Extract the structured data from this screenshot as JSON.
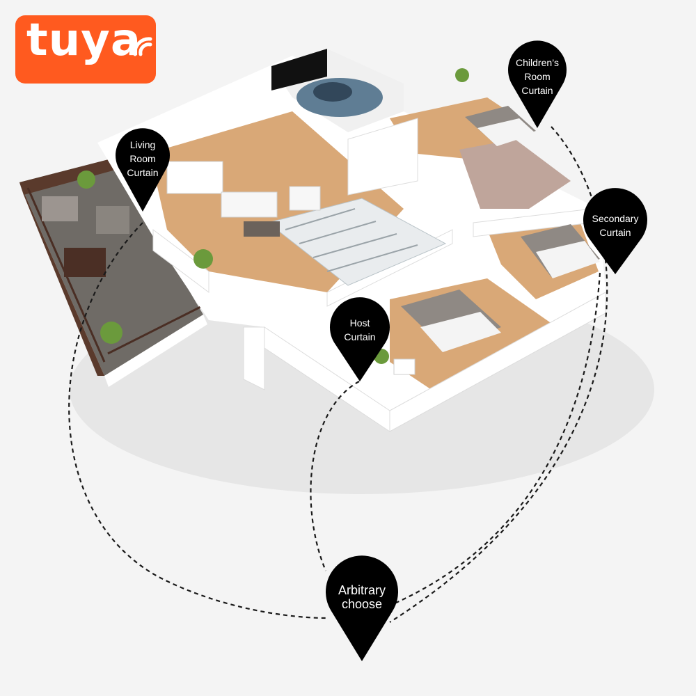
{
  "brand": {
    "logo_text": "tuya",
    "color": "#ff5a1f"
  },
  "pins": {
    "living_room": "Living\nRoom\nCurtain",
    "childrens_room": "Children’s\nRoom\nCurtain",
    "secondary": "Secondary\nCurtain",
    "host": "Host\nCurtain",
    "arbitrary": "Arbitrary\nchoose"
  },
  "colors": {
    "pin": "#000000",
    "connector": "#1a1a1a",
    "wall": "#ffffff",
    "floor": "#d9a877",
    "carpet": "#77736f"
  }
}
